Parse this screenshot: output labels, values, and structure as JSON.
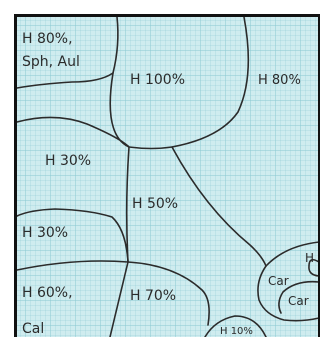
{
  "sketch": {
    "paper": {
      "background": "#cfecef",
      "grid_color": "#8ac8d2",
      "frame_color": "#111111",
      "ink_color": "#2b2b2b"
    },
    "labels": {
      "top_left": "H 80%,",
      "top_left_sub": "Sph, Aul",
      "top_center": "H 100%",
      "top_right": "H 80%",
      "mid_left_upper": "H 30%",
      "mid_center": "H 50%",
      "mid_left_lower": "H 30%",
      "right_edge": "H",
      "bottom_left": "H 60%,",
      "bottom_left_sub": "Cal",
      "bottom_center": "H 70%",
      "car_upper": "Car",
      "car_lower": "Car",
      "bottom_small": "H 10%"
    }
  }
}
